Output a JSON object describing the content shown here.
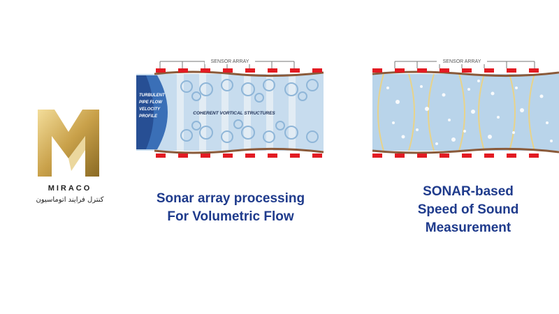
{
  "brand": {
    "name": "MIRACO",
    "subtitle": "کنترل فرایند اتوماسیون"
  },
  "left_panel": {
    "sensor_label": "SENSOR ARRAY",
    "profile_label": [
      "TURBULENT",
      "PIPE FLOW",
      "VELOCITY",
      "PROFILE"
    ],
    "structures_label": "COHERENT VORTICAL STRUCTURES",
    "caption_line1": "Sonar array processing",
    "caption_line2": "For Volumetric Flow"
  },
  "right_panel": {
    "sensor_label": "SENSOR ARRAY",
    "caption_line1": "SONAR-based",
    "caption_line2": "Speed of Sound",
    "caption_line3": "Measurement"
  },
  "colors": {
    "caption": "#1f3b8c",
    "sensor": "#e21b23",
    "pipe_wall": "#8a5a3a",
    "fluid": "#b9d4ea",
    "logo_gold": "#c9a14a"
  }
}
